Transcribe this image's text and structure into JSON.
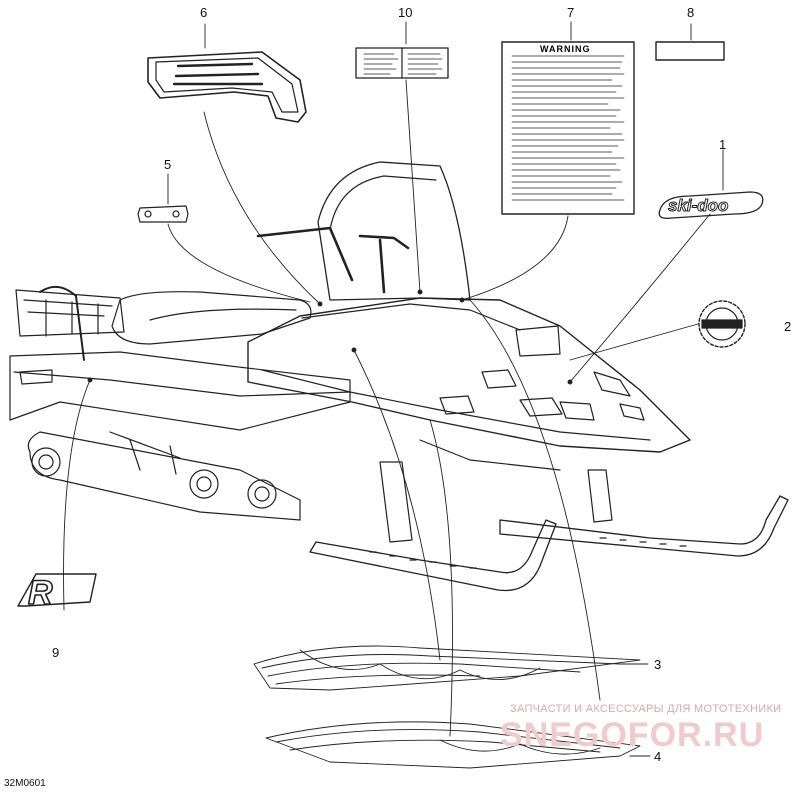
{
  "callouts": [
    {
      "id": "1",
      "label": "1"
    },
    {
      "id": "2",
      "label": "2"
    },
    {
      "id": "3",
      "label": "3"
    },
    {
      "id": "4",
      "label": "4"
    },
    {
      "id": "5",
      "label": "5"
    },
    {
      "id": "6",
      "label": "6"
    },
    {
      "id": "7",
      "label": "7"
    },
    {
      "id": "8",
      "label": "8"
    },
    {
      "id": "9",
      "label": "9"
    },
    {
      "id": "10",
      "label": "10"
    }
  ],
  "decals": {
    "brand_logo": "ski-doo",
    "warning_title": "WARNING",
    "model_letter": "R"
  },
  "diagram_code": "32M0601",
  "watermark": {
    "text": "ЗАПЧАСТИ И АКСЕССУАРЫ ДЛЯ МОТОТЕХНИКИ",
    "brand": "SNEGOFOR.RU"
  },
  "colors": {
    "line": "#222222",
    "watermark": "#e8b8b8"
  }
}
